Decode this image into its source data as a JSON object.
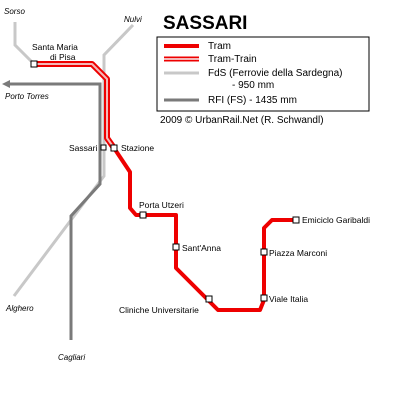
{
  "title": "SASSARI",
  "legend": {
    "tram": "Tram",
    "tram_train": "Tram-Train",
    "fds_line1": "FdS (Ferrovie della Sardegna)",
    "fds_line2": "- 950 mm",
    "rfi": "RFI (FS) - 1435 mm"
  },
  "credit": "2009 © UrbanRail.Net (R. Schwandl)",
  "destinations": {
    "sorso": "Sorso",
    "nulvi": "Nulvi",
    "porto_torres": "Porto Torres",
    "alghero": "Alghero",
    "cagliari": "Cagliari"
  },
  "stations": {
    "santa_maria_1": "Santa Maria",
    "santa_maria_2": "di Pisa",
    "sassari": "Sassari",
    "stazione": "Stazione",
    "porta_utzeri": "Porta Utzeri",
    "santanna": "Sant'Anna",
    "cliniche": "Cliniche Universitarie",
    "emiciclo": "Emiciclo Garibaldi",
    "piazza_marconi": "Piazza Marconi",
    "viale_italia": "Viale Italia"
  },
  "colors": {
    "tram": "#ee0000",
    "tram_train_fill": "#f4b8b8",
    "fds": "#c8c8c8",
    "rfi": "#7a7a7a"
  }
}
